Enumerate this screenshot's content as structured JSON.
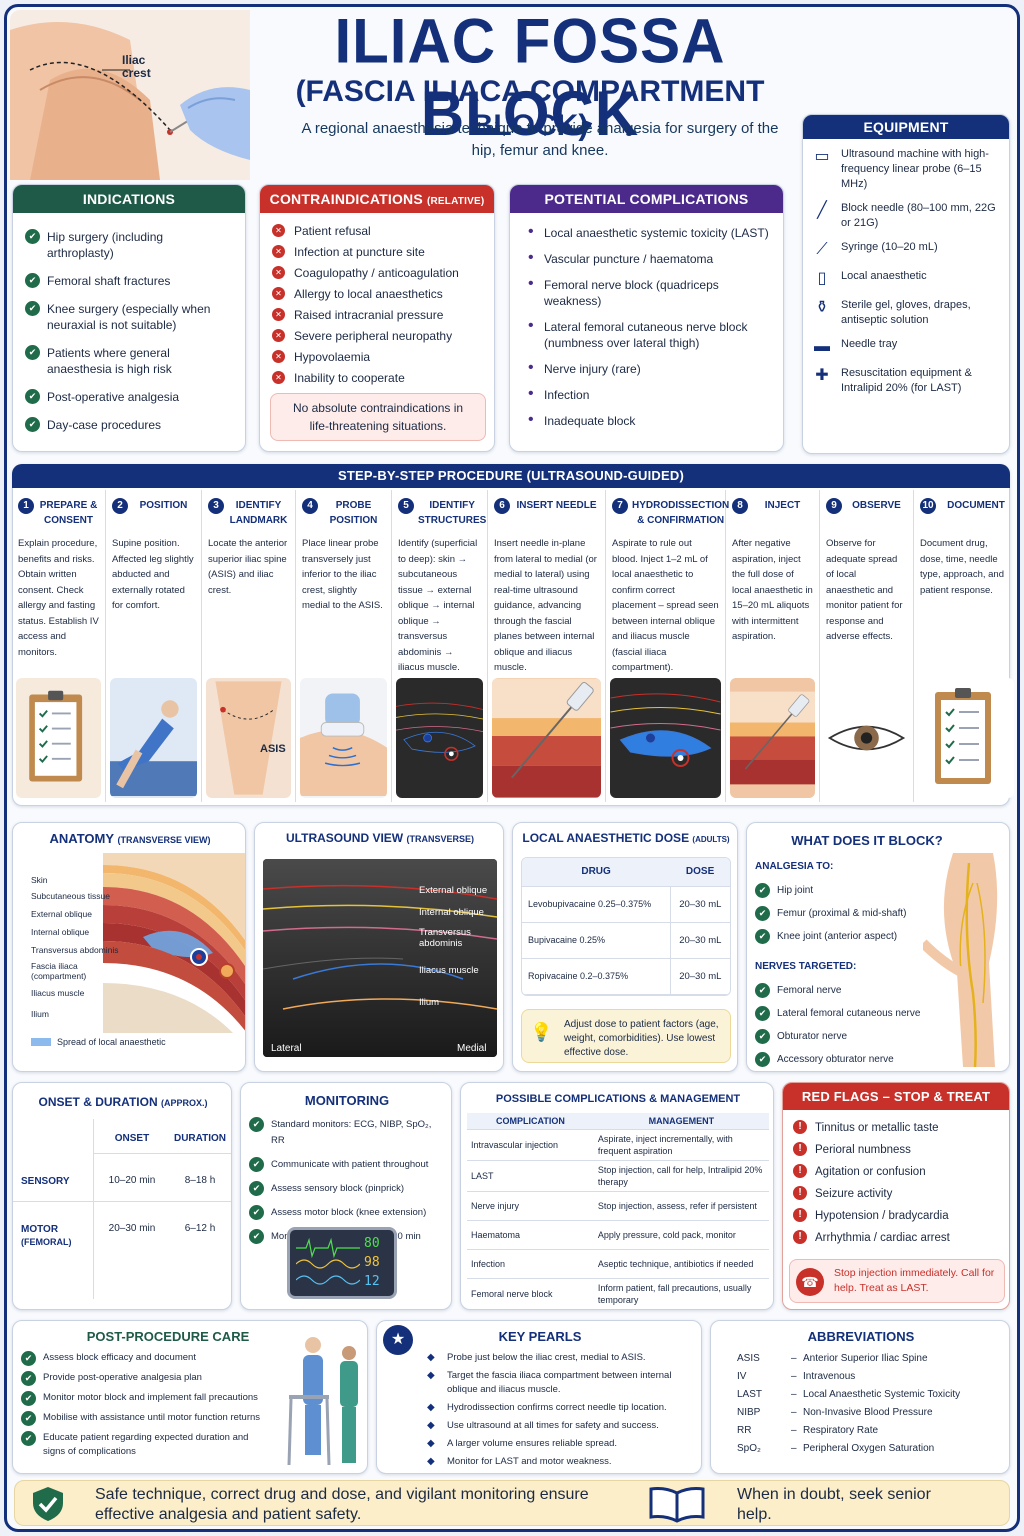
{
  "title": "ILIAC FOSSA BLOCK",
  "subtitle": "(FASCIA ILIACA COMPARTMENT BLOCK)",
  "description": "A regional anaesthesia technique to provide analgesia for surgery of the hip, femur and knee.",
  "hero": {
    "label": "Iliac crest"
  },
  "colors": {
    "navy": "#14307a",
    "green": "#1f5a48",
    "red": "#c8302a",
    "purple": "#4b2a8c"
  },
  "equipment": {
    "title": "EQUIPMENT",
    "items": [
      {
        "icon": "ultrasound-machine-icon",
        "text": "Ultrasound machine with high-frequency linear probe (6–15 MHz)"
      },
      {
        "icon": "needle-icon",
        "text": "Block needle (80–100 mm, 22G or 21G)"
      },
      {
        "icon": "syringe-icon",
        "text": "Syringe (10–20 mL)"
      },
      {
        "icon": "vial-icon",
        "text": "Local anaesthetic"
      },
      {
        "icon": "bottle-icon",
        "text": "Sterile gel, gloves, drapes, antiseptic solution"
      },
      {
        "icon": "tray-icon",
        "text": "Needle tray"
      },
      {
        "icon": "emergency-kit-icon",
        "text": "Resuscitation equipment & Intralipid 20% (for LAST)"
      }
    ]
  },
  "indications": {
    "title": "INDICATIONS",
    "items": [
      "Hip surgery (including arthroplasty)",
      "Femoral shaft fractures",
      "Knee surgery (especially when neuraxial is not suitable)",
      "Patients where general anaesthesia is high risk",
      "Post-operative analgesia",
      "Day-case procedures"
    ]
  },
  "contraindications": {
    "title": "CONTRAINDICATIONS",
    "tag": "(RELATIVE)",
    "items": [
      "Patient refusal",
      "Infection at puncture site",
      "Coagulopathy / anticoagulation",
      "Allergy to local anaesthetics",
      "Raised intracranial pressure",
      "Severe peripheral neuropathy",
      "Hypovolaemia",
      "Inability to cooperate"
    ],
    "note": "No absolute contraindications in life-threatening situations."
  },
  "complications": {
    "title": "POTENTIAL COMPLICATIONS",
    "items": [
      "Local anaesthetic systemic toxicity (LAST)",
      "Vascular puncture / haematoma",
      "Femoral nerve block (quadriceps weakness)",
      "Lateral femoral cutaneous nerve block (numbness over lateral thigh)",
      "Nerve injury (rare)",
      "Infection",
      "Inadequate block"
    ]
  },
  "procedure": {
    "title": "STEP-BY-STEP PROCEDURE (ULTRASOUND-GUIDED)",
    "steps": [
      {
        "n": "1",
        "title": "PREPARE & CONSENT",
        "text": "Explain procedure, benefits and risks. Obtain written consent. Check allergy and fasting status. Establish IV access and monitors."
      },
      {
        "n": "2",
        "title": "POSITION",
        "text": "Supine position. Affected leg slightly abducted and externally rotated for comfort."
      },
      {
        "n": "3",
        "title": "IDENTIFY LANDMARK",
        "text": "Locate the anterior superior iliac spine (ASIS) and iliac crest.",
        "img_label": "ASIS"
      },
      {
        "n": "4",
        "title": "PROBE POSITION",
        "text": "Place linear probe transversely just inferior to the iliac crest, slightly medial to the ASIS."
      },
      {
        "n": "5",
        "title": "IDENTIFY STRUCTURES",
        "text": "Identify (superficial to deep): skin → subcutaneous tissue → external oblique → internal oblique → transversus abdominis → iliacus muscle."
      },
      {
        "n": "6",
        "title": "INSERT NEEDLE",
        "text": "Insert needle in-plane from lateral to medial (or medial to lateral) using real-time ultrasound guidance, advancing through the fascial planes between internal oblique and iliacus muscle."
      },
      {
        "n": "7",
        "title": "HYDRODISSECTION & CONFIRMATION",
        "text": "Aspirate to rule out blood. Inject 1–2 mL of local anaesthetic to confirm correct placement – spread seen between internal oblique and iliacus muscle (fascial iliaca compartment)."
      },
      {
        "n": "8",
        "title": "INJECT",
        "text": "After negative aspiration, inject the full dose of local anaesthetic in 15–20 mL aliquots with intermittent aspiration."
      },
      {
        "n": "9",
        "title": "OBSERVE",
        "text": "Observe for adequate spread of local anaesthetic and monitor patient for response and adverse effects."
      },
      {
        "n": "10",
        "title": "DOCUMENT",
        "text": "Document drug, dose, time, needle type, approach, and patient response."
      }
    ]
  },
  "anatomy": {
    "title": "ANATOMY",
    "tag": "(TRANSVERSE VIEW)",
    "labels": [
      "Skin",
      "Subcutaneous tissue",
      "External oblique",
      "Internal oblique",
      "Transversus abdominis",
      "Fascia iliaca (compartment)",
      "Iliacus muscle",
      "Ilium"
    ],
    "legend": "Spread of local anaesthetic"
  },
  "ultrasound": {
    "title": "ULTRASOUND VIEW",
    "tag": "(TRANSVERSE)",
    "labels": [
      "External oblique",
      "Internal oblique",
      "Transversus abdominis",
      "Iliacus muscle",
      "Ilium"
    ],
    "lateral": "Lateral",
    "medial": "Medial"
  },
  "dose": {
    "title": "LOCAL ANAESTHETIC DOSE",
    "tag": "(ADULTS)",
    "col_drug": "DRUG",
    "col_dose": "DOSE",
    "rows": [
      {
        "drug": "Levobupivacaine 0.25–0.375%",
        "dose": "20–30 mL"
      },
      {
        "drug": "Bupivacaine 0.25%",
        "dose": "20–30 mL"
      },
      {
        "drug": "Ropivacaine 0.2–0.375%",
        "dose": "20–30 mL"
      }
    ],
    "tip": "Adjust dose to patient factors (age, weight, comorbidities). Use lowest effective dose."
  },
  "blocks": {
    "title": "WHAT DOES IT BLOCK?",
    "analgesia_title": "ANALGESIA TO:",
    "analgesia": [
      "Hip joint",
      "Femur (proximal & mid-shaft)",
      "Knee joint (anterior aspect)"
    ],
    "nerves_title": "NERVES TARGETED:",
    "nerves": [
      "Femoral nerve",
      "Lateral femoral cutaneous nerve",
      "Obturator nerve",
      "Accessory obturator nerve"
    ]
  },
  "onset": {
    "title": "ONSET & DURATION",
    "tag": "(APPROX.)",
    "col_onset": "ONSET",
    "col_duration": "DURATION",
    "rows": [
      {
        "label": "SENSORY",
        "onset": "10–20 min",
        "duration": "8–18 h"
      },
      {
        "label": "MOTOR",
        "sub": "(FEMORAL)",
        "onset": "20–30 min",
        "duration": "6–12 h"
      }
    ]
  },
  "monitoring": {
    "title": "MONITORING",
    "items": [
      "Standard monitors: ECG, NIBP, SpO₂, RR",
      "Communicate with patient throughout",
      "Assess sensory block (pinprick)",
      "Assess motor block (knee extension)",
      "Monitor for LAST for at least 30 min"
    ],
    "monitor_values": [
      "80",
      "98",
      "12"
    ]
  },
  "management": {
    "title": "POSSIBLE COMPLICATIONS & MANAGEMENT",
    "col_complication": "COMPLICATION",
    "col_management": "MANAGEMENT",
    "rows": [
      {
        "c": "Intravascular injection",
        "m": "Aspirate, inject incrementally, with frequent aspiration"
      },
      {
        "c": "LAST",
        "m": "Stop injection, call for help, Intralipid 20% therapy"
      },
      {
        "c": "Nerve injury",
        "m": "Stop injection, assess, refer if persistent"
      },
      {
        "c": "Haematoma",
        "m": "Apply pressure, cold pack, monitor"
      },
      {
        "c": "Infection",
        "m": "Aseptic technique, antibiotics if needed"
      },
      {
        "c": "Femoral nerve block",
        "m": "Inform patient, fall precautions, usually temporary"
      }
    ]
  },
  "redflags": {
    "title": "RED FLAGS – STOP & TREAT",
    "items": [
      "Tinnitus or metallic taste",
      "Perioral numbness",
      "Agitation or confusion",
      "Seizure activity",
      "Hypotension / bradycardia",
      "Arrhythmia / cardiac arrest"
    ],
    "alert": "Stop injection immediately. Call for help. Treat as LAST."
  },
  "postcare": {
    "title": "POST-PROCEDURE CARE",
    "items": [
      "Assess block efficacy and document",
      "Provide post-operative analgesia plan",
      "Monitor motor block and implement fall precautions",
      "Mobilise with assistance until motor function returns",
      "Educate patient regarding expected duration and signs of complications"
    ]
  },
  "pearls": {
    "title": "KEY PEARLS",
    "items": [
      "Probe just below the iliac crest, medial to ASIS.",
      "Target the fascia iliaca compartment between internal oblique and iliacus muscle.",
      "Hydrodissection confirms correct needle tip location.",
      "Use ultrasound at all times for safety and success.",
      "A larger volume ensures reliable spread.",
      "Monitor for LAST and motor weakness."
    ]
  },
  "abbreviations": {
    "title": "ABBREVIATIONS",
    "items": [
      {
        "k": "ASIS",
        "v": "Anterior Superior Iliac Spine"
      },
      {
        "k": "IV",
        "v": "Intravenous"
      },
      {
        "k": "LAST",
        "v": "Local Anaesthetic Systemic Toxicity"
      },
      {
        "k": "NIBP",
        "v": "Non-Invasive Blood Pressure"
      },
      {
        "k": "RR",
        "v": "Respiratory Rate"
      },
      {
        "k": "SpO₂",
        "v": "Peripheral Oxygen Saturation"
      }
    ]
  },
  "footer": {
    "left": "Safe technique, correct drug and dose, and vigilant monitoring ensure effective analgesia and patient safety.",
    "right": "When in doubt, seek senior help."
  }
}
